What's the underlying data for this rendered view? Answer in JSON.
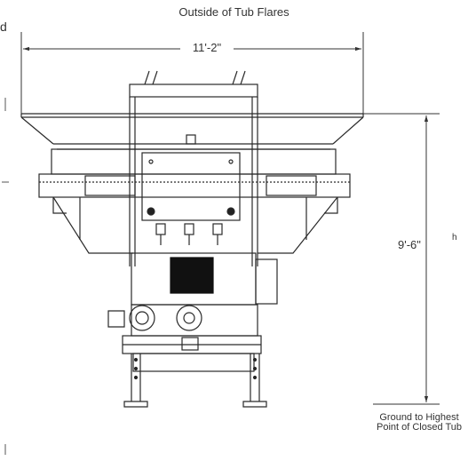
{
  "header": {
    "title": "Outside of Tub Flares"
  },
  "dimensions": {
    "width": "11'-2\"",
    "height": "9'-6\"",
    "height_note": "Ground to Highest Point of Closed Tub"
  },
  "edge_fragments": {
    "left": "d",
    "right": "h"
  },
  "colors": {
    "line": "#2a2a2a",
    "grille": "#111111",
    "paper": "#ffffff"
  }
}
